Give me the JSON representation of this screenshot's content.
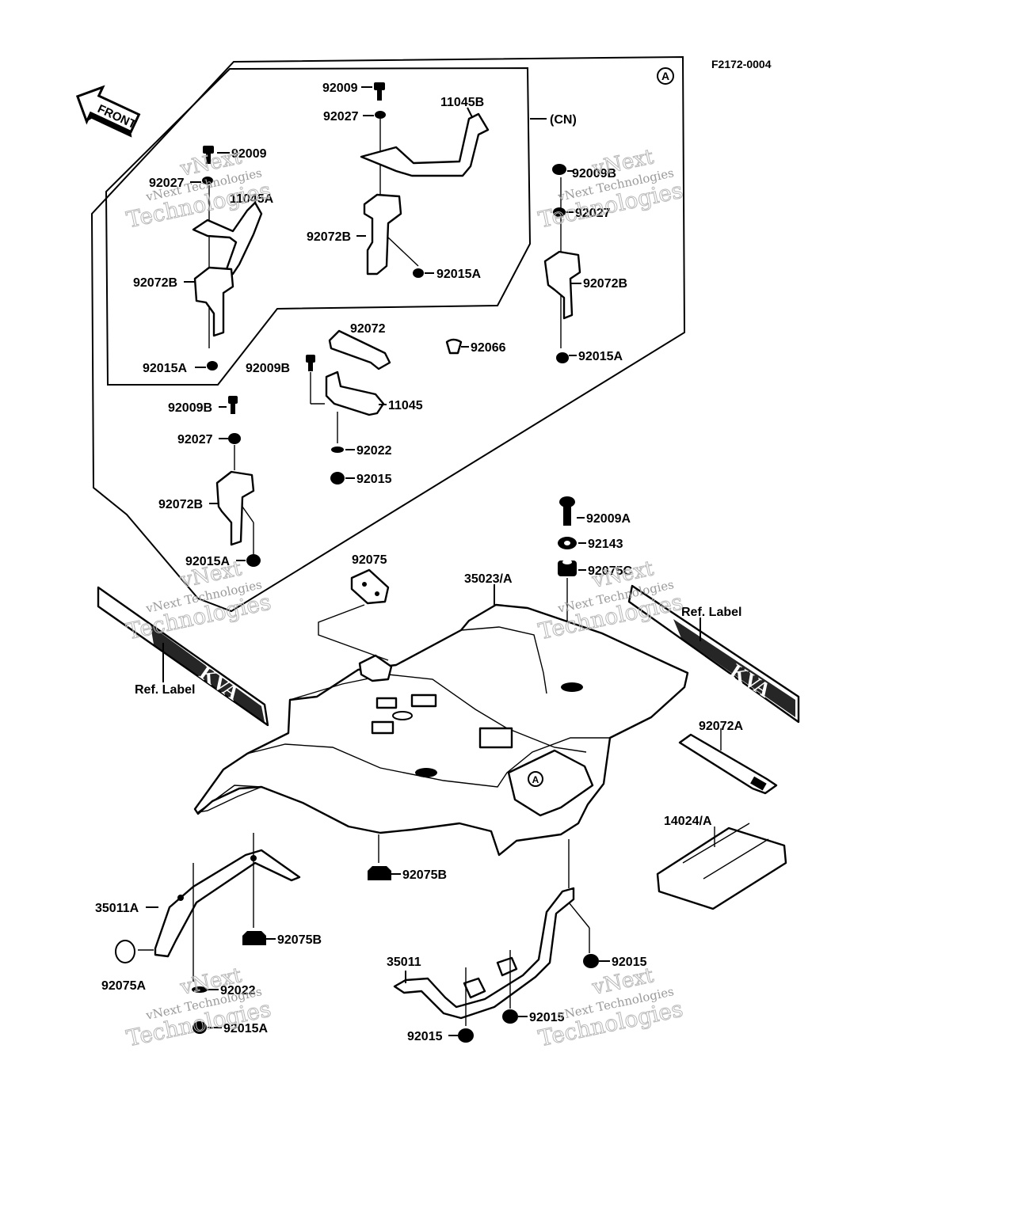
{
  "figure_id": "F2172-0004",
  "callout_marker": "A",
  "front_arrow_label": "FRONT",
  "region_label": "(CN)",
  "watermark": {
    "line1": "vNext",
    "line2": "vNext Technologies",
    "line3": "Technologies"
  },
  "parts": [
    {
      "id": "p-92009-cn",
      "label": "92009"
    },
    {
      "id": "p-92027-cn",
      "label": "92027"
    },
    {
      "id": "p-11045B",
      "label": "11045B"
    },
    {
      "id": "p-92072B-cn",
      "label": "92072B"
    },
    {
      "id": "p-92015A-cn",
      "label": "92015A"
    },
    {
      "id": "p-92009-l",
      "label": "92009"
    },
    {
      "id": "p-92027-l",
      "label": "92027"
    },
    {
      "id": "p-11045A",
      "label": "11045A"
    },
    {
      "id": "p-92072B-l",
      "label": "92072B"
    },
    {
      "id": "p-92015A-l",
      "label": "92015A"
    },
    {
      "id": "p-92009B-r",
      "label": "92009B"
    },
    {
      "id": "p-92027-r",
      "label": "92027"
    },
    {
      "id": "p-92072B-r",
      "label": "92072B"
    },
    {
      "id": "p-92015A-r",
      "label": "92015A"
    },
    {
      "id": "p-92072",
      "label": "92072"
    },
    {
      "id": "p-92066",
      "label": "92066"
    },
    {
      "id": "p-92009B-m",
      "label": "92009B"
    },
    {
      "id": "p-11045",
      "label": "11045"
    },
    {
      "id": "p-92022-m",
      "label": "92022"
    },
    {
      "id": "p-92015-m",
      "label": "92015"
    },
    {
      "id": "p-92009B-b",
      "label": "92009B"
    },
    {
      "id": "p-92027-b",
      "label": "92027"
    },
    {
      "id": "p-92072B-b",
      "label": "92072B"
    },
    {
      "id": "p-92015A-b",
      "label": "92015A"
    },
    {
      "id": "p-92009A",
      "label": "92009A"
    },
    {
      "id": "p-92143",
      "label": "92143"
    },
    {
      "id": "p-92075C",
      "label": "92075C"
    },
    {
      "id": "p-92075",
      "label": "92075"
    },
    {
      "id": "p-35023A",
      "label": "35023/A"
    },
    {
      "id": "p-ref-label-r",
      "label": "Ref. Label"
    },
    {
      "id": "p-ref-label-l",
      "label": "Ref. Label"
    },
    {
      "id": "p-92072A",
      "label": "92072A"
    },
    {
      "id": "p-14024A",
      "label": "14024/A"
    },
    {
      "id": "p-92075B-c",
      "label": "92075B"
    },
    {
      "id": "p-35011A",
      "label": "35011A"
    },
    {
      "id": "p-92075B-l",
      "label": "92075B"
    },
    {
      "id": "p-92075A",
      "label": "92075A"
    },
    {
      "id": "p-92022-b",
      "label": "92022"
    },
    {
      "id": "p-92015A-bl",
      "label": "92015A"
    },
    {
      "id": "p-92015-r",
      "label": "92015"
    },
    {
      "id": "p-35011",
      "label": "35011"
    },
    {
      "id": "p-92015-b1",
      "label": "92015"
    },
    {
      "id": "p-92015-b2",
      "label": "92015"
    }
  ],
  "decal_text": "KVA"
}
